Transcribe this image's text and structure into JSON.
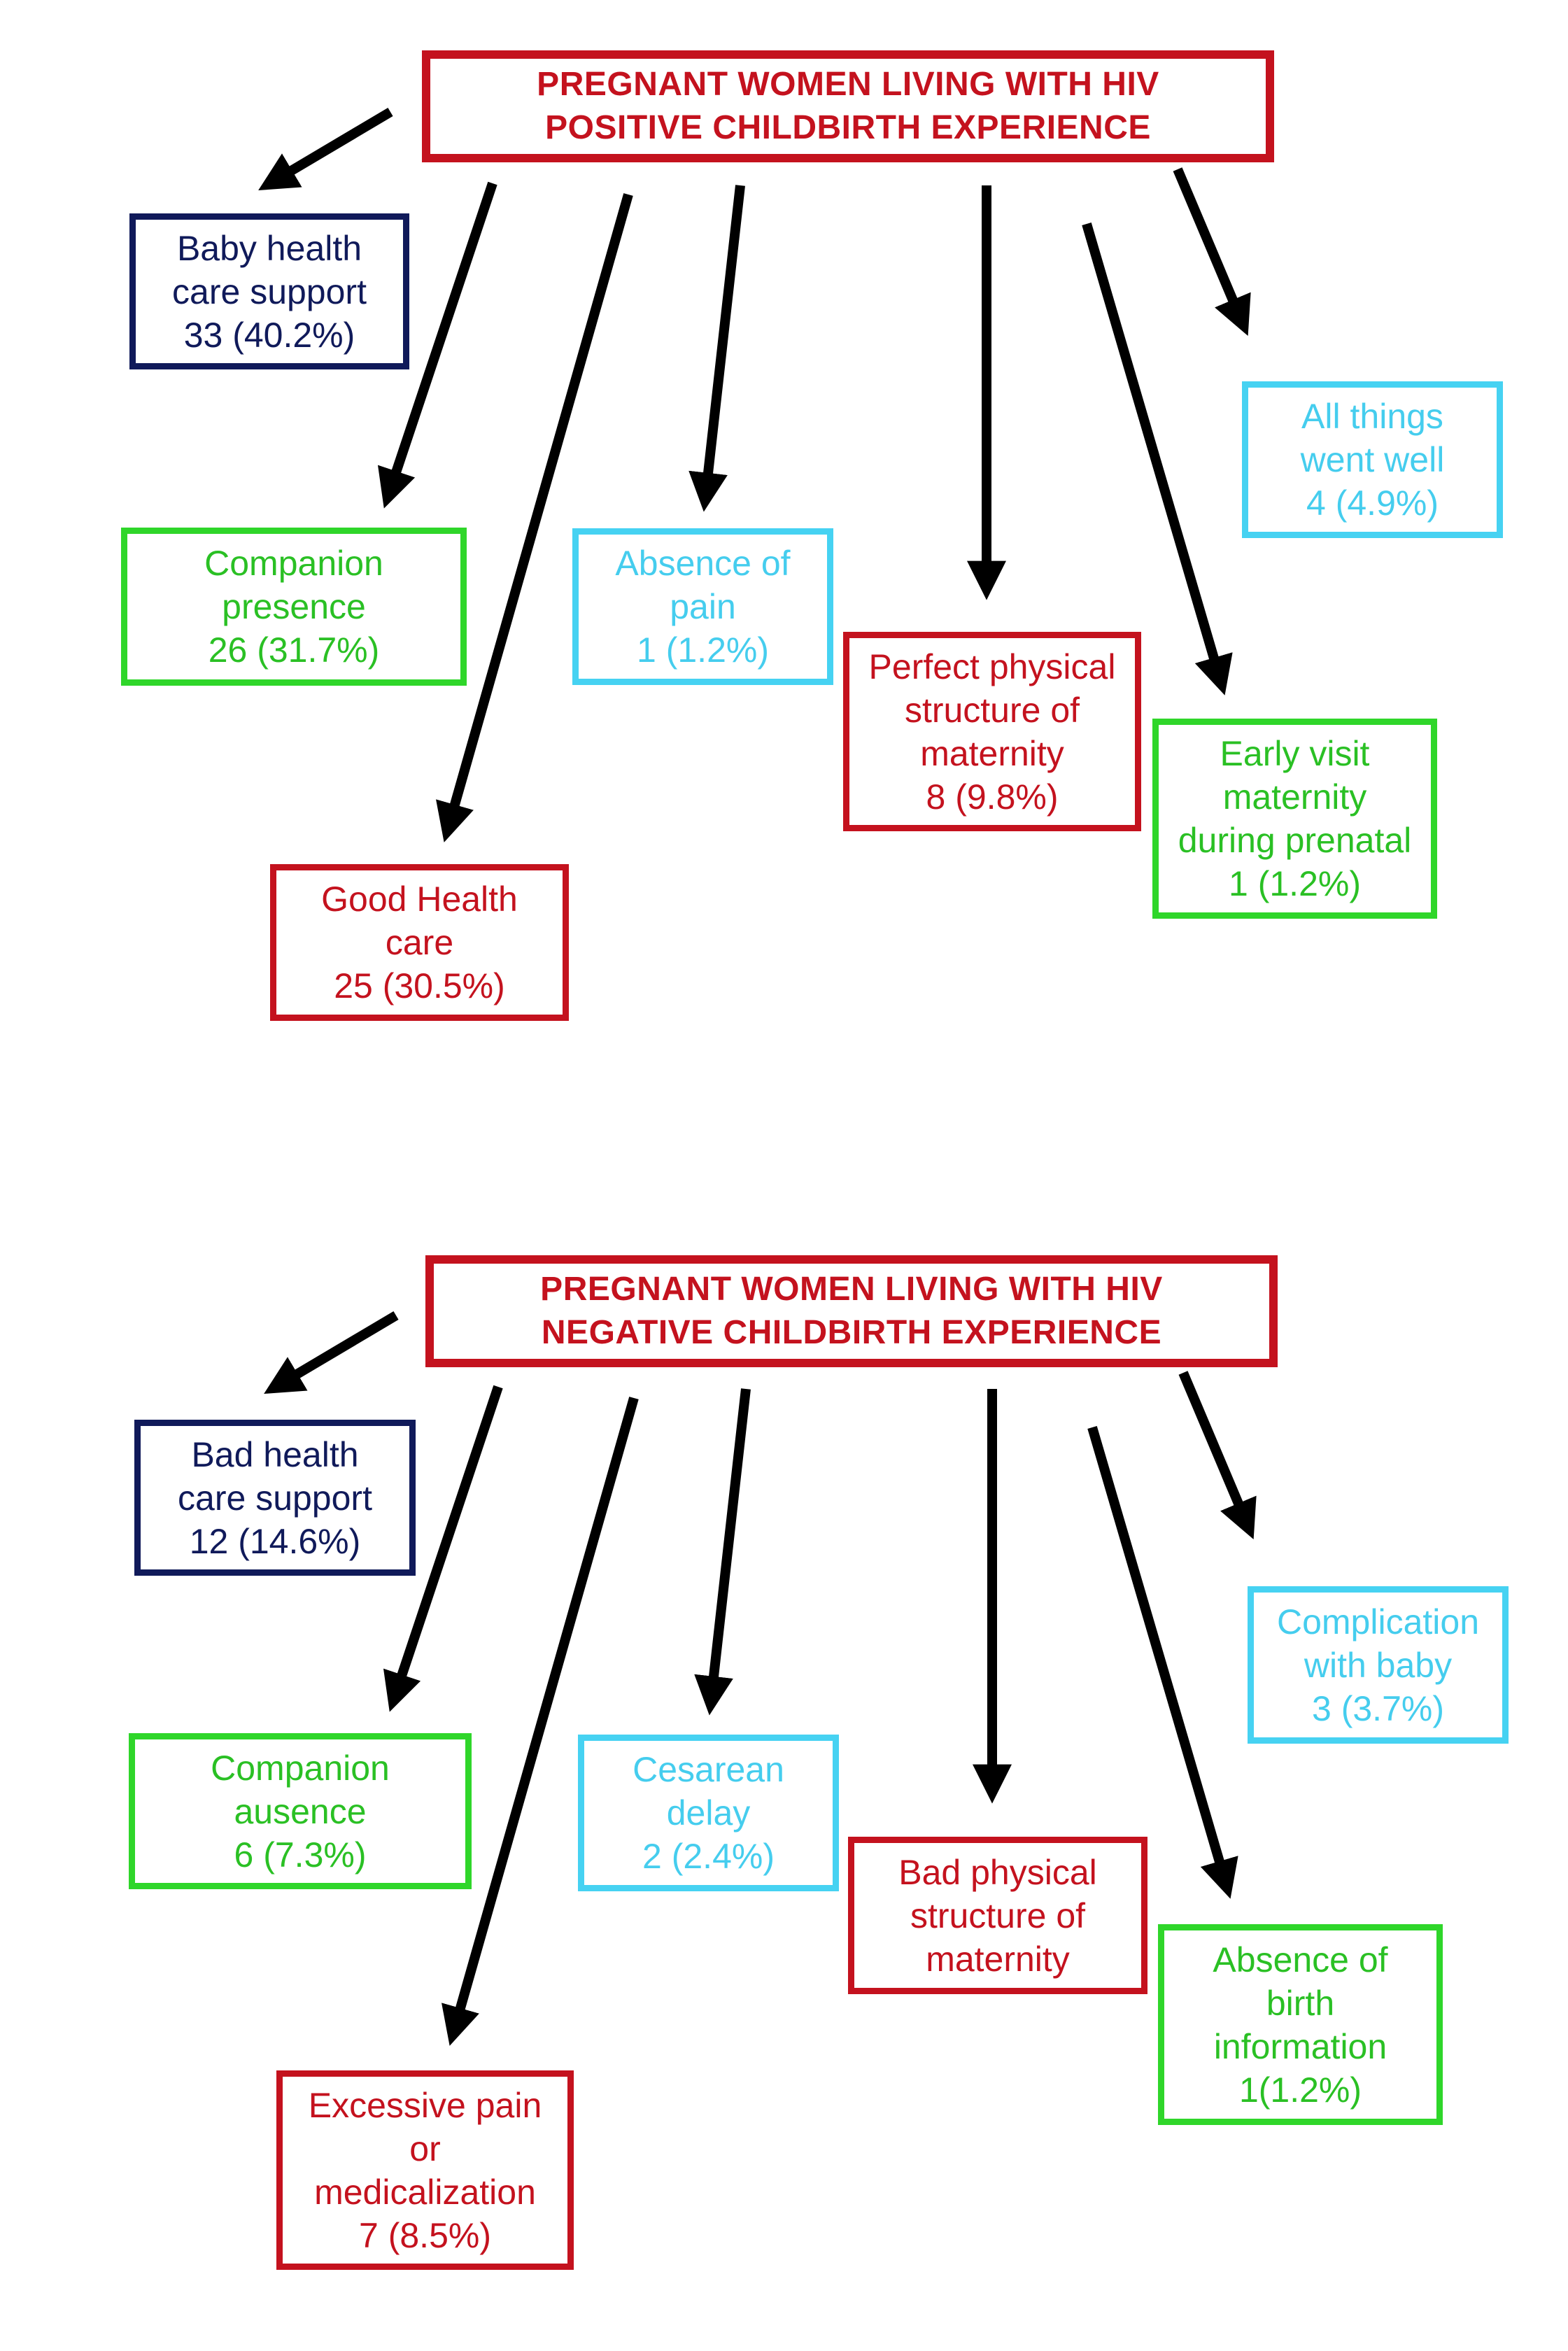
{
  "diagrams": [
    {
      "title": [
        "PREGNANT WOMEN LIVING WITH HIV",
        "POSITIVE CHILDBIRTH EXPERIENCE"
      ],
      "boxes": [
        {
          "lines": [
            "Baby health",
            "care support",
            "33 (40.2%)"
          ],
          "color": "#101a5a"
        },
        {
          "lines": [
            "Companion",
            "presence",
            "26 (31.7%)"
          ],
          "color": "#2fd62a"
        },
        {
          "lines": [
            "Good Health",
            "care",
            "25 (30.5%)"
          ],
          "color": "#c4121e"
        },
        {
          "lines": [
            "Absence of",
            "pain",
            "1 (1.2%)"
          ],
          "color": "#46d2f2"
        },
        {
          "lines": [
            "Perfect physical",
            "structure of",
            "maternity",
            "8 (9.8%)"
          ],
          "color": "#c4121e"
        },
        {
          "lines": [
            "Early visit",
            "maternity",
            "during prenatal",
            "1 (1.2%)"
          ],
          "color": "#2fd62a"
        },
        {
          "lines": [
            "All things",
            "went well",
            "4 (4.9%)"
          ],
          "color": "#46d2f2"
        }
      ]
    },
    {
      "title": [
        "PREGNANT WOMEN LIVING WITH HIV",
        "NEGATIVE CHILDBIRTH EXPERIENCE"
      ],
      "boxes": [
        {
          "lines": [
            "Bad health",
            "care support",
            "12 (14.6%)"
          ],
          "color": "#101a5a"
        },
        {
          "lines": [
            "Companion",
            "ausence",
            "6 (7.3%)"
          ],
          "color": "#2fd62a"
        },
        {
          "lines": [
            "Excessive pain",
            "or",
            "medicalization",
            "7 (8.5%)"
          ],
          "color": "#c4121e"
        },
        {
          "lines": [
            "Cesarean",
            "delay",
            "2 (2.4%)"
          ],
          "color": "#46d2f2"
        },
        {
          "lines": [
            "Bad physical",
            "structure of",
            "maternity"
          ],
          "color": "#c4121e"
        },
        {
          "lines": [
            "Absence of",
            "birth",
            "information",
            "1(1.2%)"
          ],
          "color": "#2fd62a"
        },
        {
          "lines": [
            "Complication",
            "with baby",
            "3 (3.7%)"
          ],
          "color": "#46d2f2"
        }
      ]
    }
  ]
}
